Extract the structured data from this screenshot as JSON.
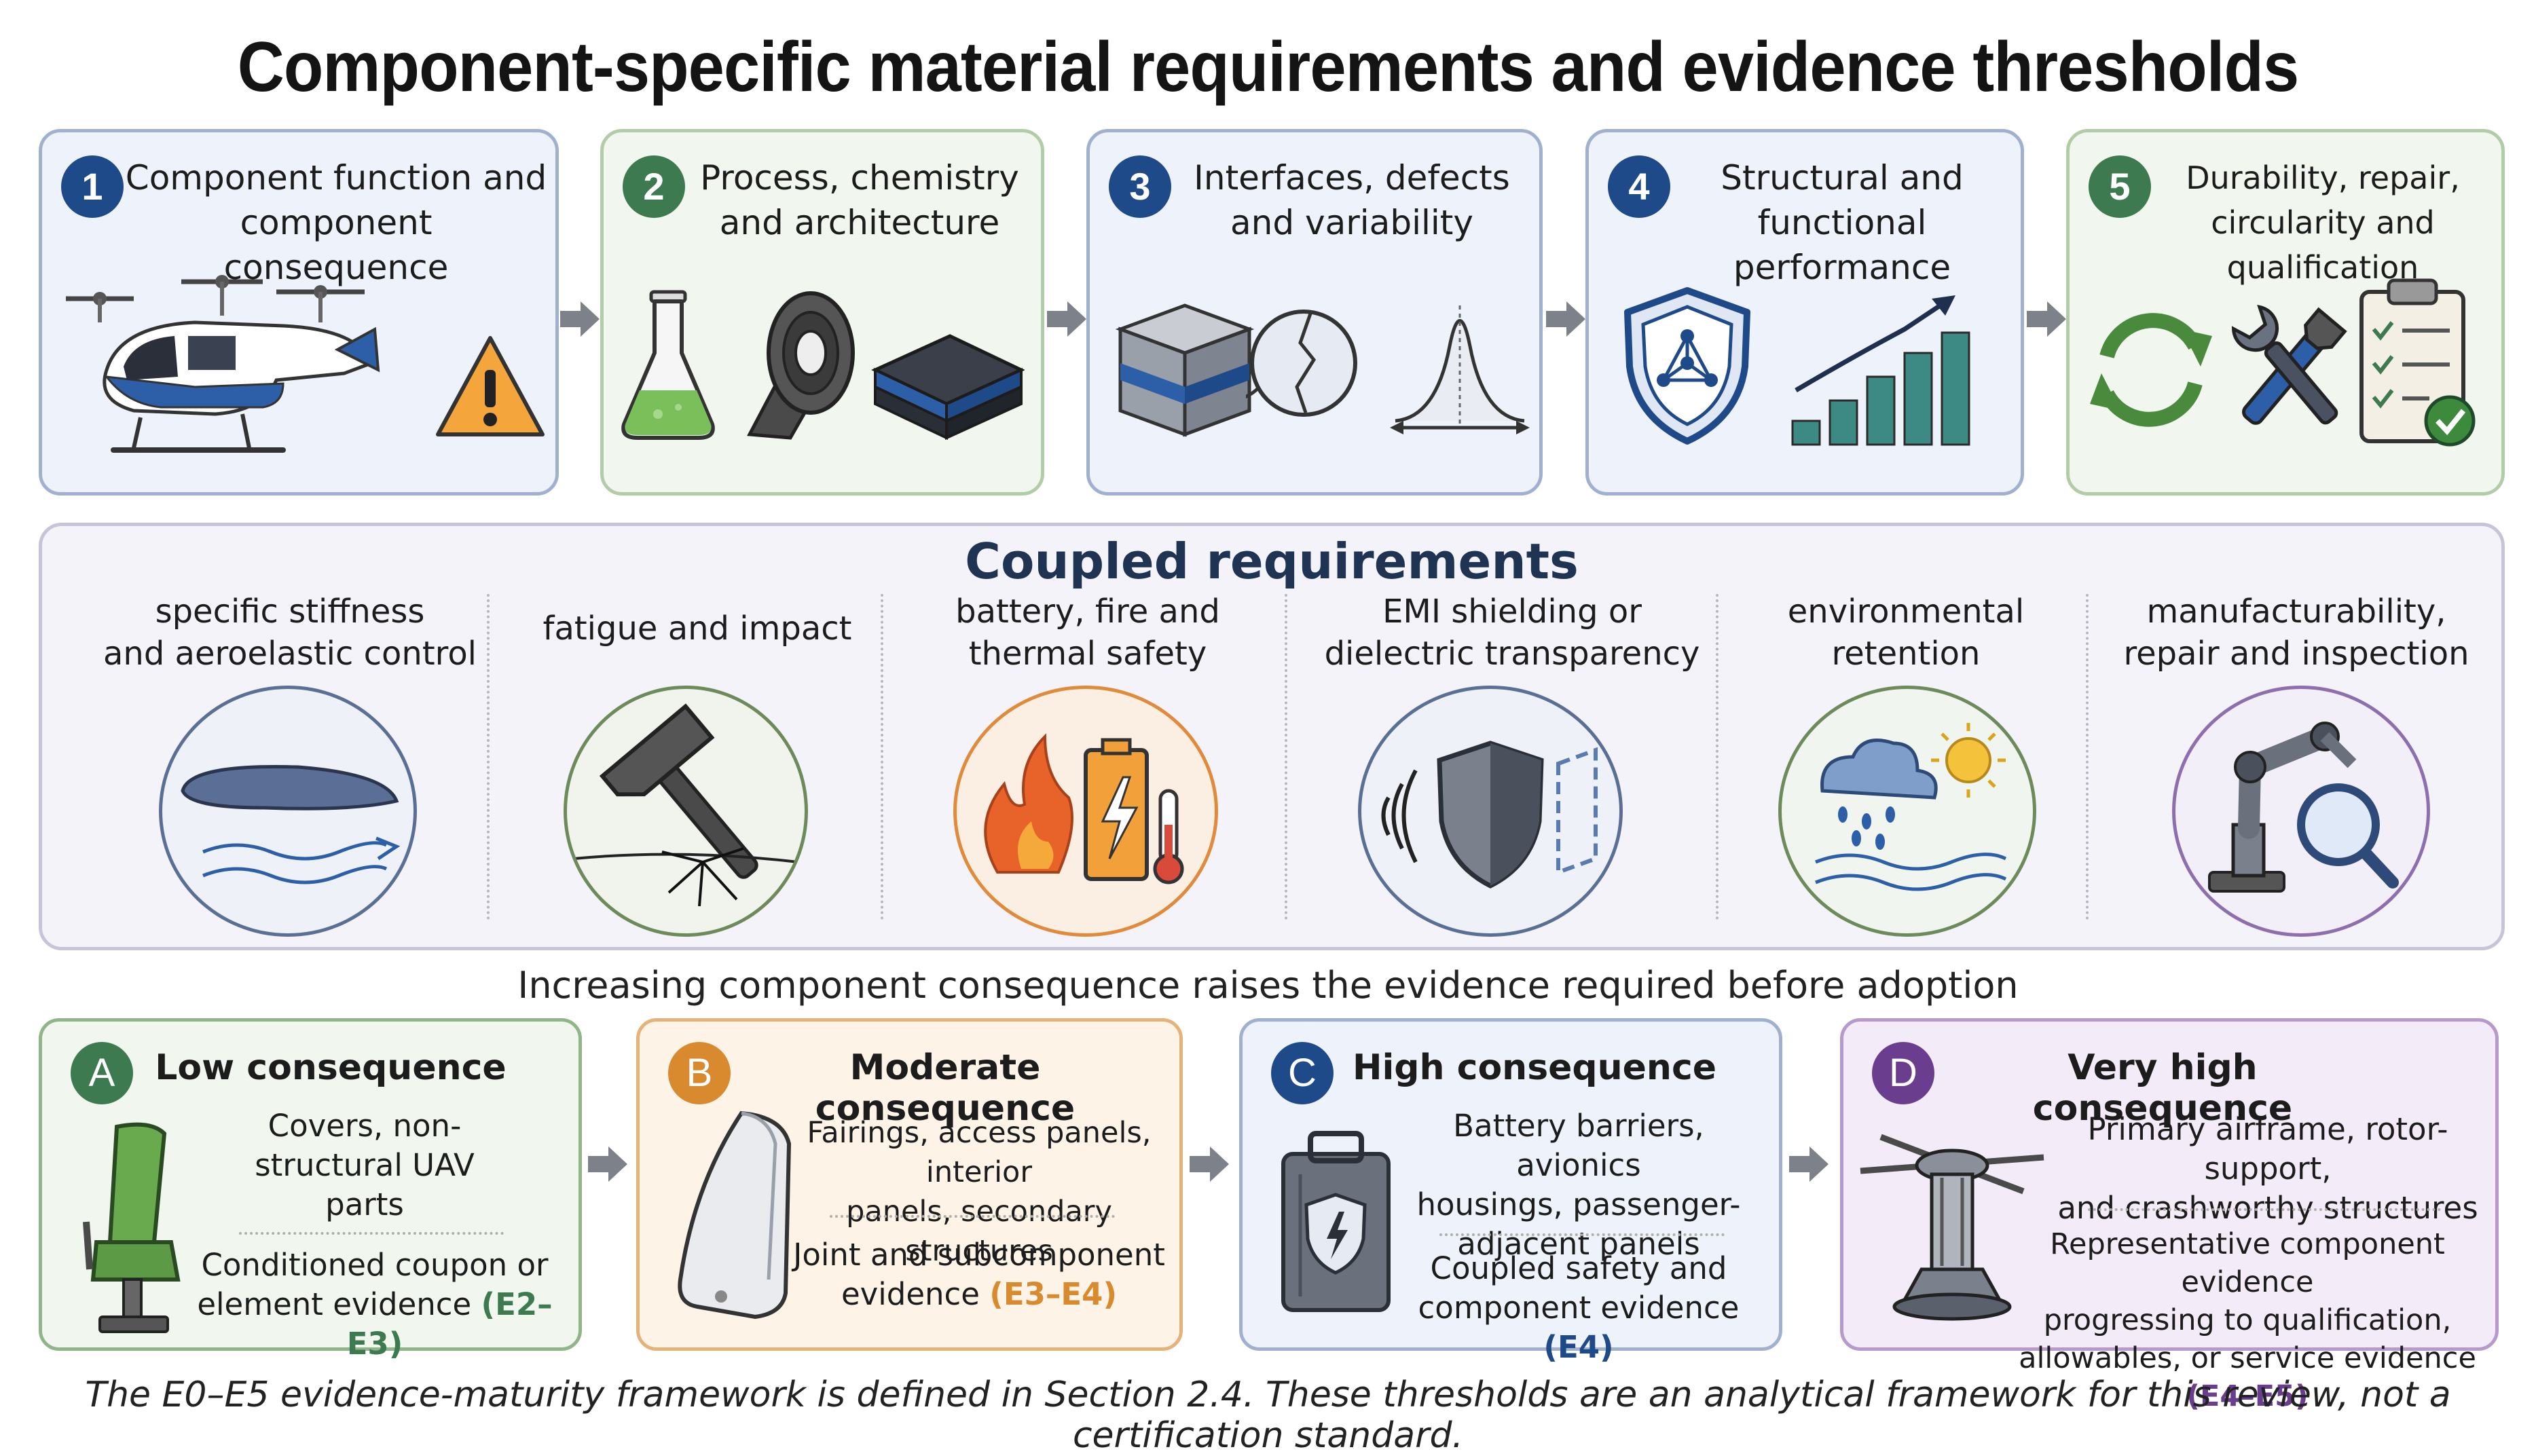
{
  "title": "Component-specific material requirements and evidence thresholds",
  "stages": [
    {
      "number": "1",
      "label_line1": "Component function and",
      "label_line2": "component consequence",
      "color": "#1f4a8a",
      "bg": "#eef2fb",
      "border": "#9fb1cf"
    },
    {
      "number": "2",
      "label_line1": "Process, chemistry",
      "label_line2": "and architecture",
      "color": "#3d7a4f",
      "bg": "#f1f7ee",
      "border": "#b3cca8"
    },
    {
      "number": "3",
      "label_line1": "Interfaces, defects",
      "label_line2": "and variability",
      "color": "#1f4a8a",
      "bg": "#eef2fb",
      "border": "#9fb1cf"
    },
    {
      "number": "4",
      "label_line1": "Structural and",
      "label_line2": "functional performance",
      "color": "#1f4a8a",
      "bg": "#eef2fb",
      "border": "#9fb1cf"
    },
    {
      "number": "5",
      "label_line1": "Durability, repair,",
      "label_line2": "circularity and qualification",
      "color": "#3d7a4f",
      "bg": "#f1f7ee",
      "border": "#b3cca8"
    }
  ],
  "stage_icons": [
    [
      "evtol-aircraft-icon",
      "warning-icon"
    ],
    [
      "flask-icon",
      "fiber-tape-roll-icon",
      "laminate-stack-icon"
    ],
    [
      "layered-block-icon",
      "cracked-sphere-icon",
      "distribution-curve-icon"
    ],
    [
      "shield-network-icon",
      "rising-bar-chart-icon"
    ],
    [
      "recycle-arrows-icon",
      "repair-tools-icon",
      "qualification-checklist-icon"
    ]
  ],
  "coupled": {
    "title": "Coupled requirements",
    "items": [
      {
        "line1": "specific stiffness",
        "line2": "and aeroelastic control",
        "icon": "airfoil-icon",
        "border": "#5a6f94",
        "fill": "#eef1f7"
      },
      {
        "line1": "fatigue and impact",
        "line2": "",
        "icon": "hammer-crack-icon",
        "border": "#6c8a5a",
        "fill": "#f0f4ec"
      },
      {
        "line1": "battery, fire and",
        "line2": "thermal safety",
        "icon": "fire-battery-icon",
        "border": "#e08a3c",
        "fill": "#fbeee2"
      },
      {
        "line1": "EMI shielding or",
        "line2": "dielectric transparency",
        "icon": "emi-shield-icon",
        "border": "#5a6f94",
        "fill": "#eef1f7"
      },
      {
        "line1": "environmental",
        "line2": "retention",
        "icon": "weather-icon",
        "border": "#6c8a5a",
        "fill": "#f1f5ef"
      },
      {
        "line1": "manufacturability,",
        "line2": "repair and inspection",
        "icon": "robot-inspection-icon",
        "border": "#8e6fae",
        "fill": "#f3eff8"
      }
    ]
  },
  "subtitle": "Increasing component consequence raises the evidence required before adoption",
  "tiers": [
    {
      "letter": "A",
      "title": "Low consequence",
      "desc": [
        "Covers, non-",
        "structural UAV",
        "parts"
      ],
      "evidence": [
        "Conditioned coupon or",
        "element evidence "
      ],
      "code": "(E2–E3)",
      "color": "#3d7a4f",
      "bg": "#f1f7ee",
      "border": "#8fb589",
      "icon": "seat-icon"
    },
    {
      "letter": "B",
      "title": "Moderate consequence",
      "desc": [
        "Fairings, access panels, interior",
        "panels, secondary structures"
      ],
      "evidence": [
        "Joint and subcomponent",
        "evidence "
      ],
      "code": "(E3–E4)",
      "color": "#d98a2e",
      "bg": "#fdf3e7",
      "border": "#e5b27a",
      "icon": "fairing-panel-icon"
    },
    {
      "letter": "C",
      "title": "High consequence",
      "desc": [
        "Battery barriers, avionics",
        "housings, passenger-",
        "adjacent panels"
      ],
      "evidence": [
        "Coupled safety and",
        "component evidence "
      ],
      "code": "(E4)",
      "color": "#1f4a8a",
      "bg": "#eef2fb",
      "border": "#9fb1cf",
      "icon": "battery-enclosure-icon"
    },
    {
      "letter": "D",
      "title": "Very high consequence",
      "desc": [
        "Primary airframe, rotor-support,",
        "and crashworthy structures"
      ],
      "evidence": [
        "Representative component evidence",
        "progressing to qualification,",
        "allowables, or service evidence "
      ],
      "code": "(E4–E5)",
      "color": "#6a3d8f",
      "bg": "#f3ecf8",
      "border": "#b79acb",
      "icon": "rotor-hub-icon"
    }
  ],
  "footnote": "The E0–E5 evidence-maturity framework is defined in Section 2.4. These thresholds are an analytical framework for this review, not a certification standard."
}
